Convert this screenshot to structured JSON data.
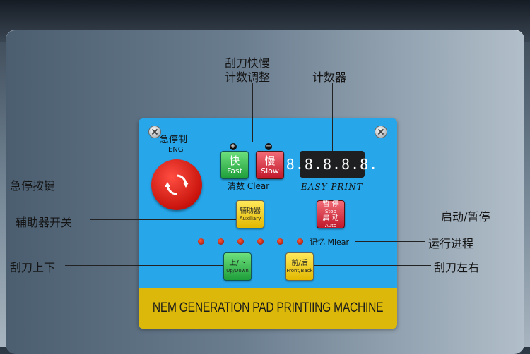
{
  "callouts": {
    "speed_adjust_line1": "刮刀快慢",
    "speed_adjust_line2": "计数调整",
    "counter": "计数器",
    "emergency_key": "急停按键",
    "auxiliary_switch": "辅助器开关",
    "start_pause": "启动/暂停",
    "run_progress": "运行进程",
    "blade_updown": "刮刀上下",
    "blade_leftright": "刮刀左右"
  },
  "panel": {
    "estop_cn": "急停制",
    "estop_en": "ENG",
    "fast_cn": "快",
    "fast_en": "Fast",
    "slow_cn": "慢",
    "slow_en": "Slow",
    "clear_label": "清数 Clear",
    "plus": "+",
    "minus": "−",
    "counter_display": "8.8.8.8.8.",
    "brand": "EASY  PRINT",
    "aux_cn": "辅助器",
    "aux_en": "Auxiliary",
    "stop_cn": "暂  停",
    "stop_en": "Stop",
    "start_cn": "启  动",
    "start_en": "Auto",
    "memory_label": "记忆 Mlear",
    "updown_cn": "上/下",
    "updown_en": "Up/Down",
    "frontback_cn": "前/后",
    "frontback_en": "Front/Back",
    "machine_name": "NEM GENERATION PAD PRINTIING MACHINE"
  },
  "colors": {
    "panel_blue": "#27a6ea",
    "strip_yellow": "#dbb80a",
    "estop_red": "#d71a10",
    "fast_green": "#2fb24a",
    "slow_red": "#d42536"
  },
  "icons": [
    "screw-icon",
    "rotate-arrows-icon"
  ]
}
